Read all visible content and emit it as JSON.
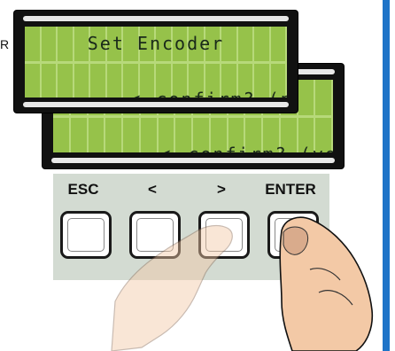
{
  "stray_text": "R",
  "display_back": {
    "line1": "",
    "line2_left": "<",
    "line2_text": "confirm? (yes)",
    "line2_right": ">"
  },
  "display_front": {
    "line1": "Set Encoder",
    "line2_left": "<",
    "line2_text": "confirm? (no)",
    "line2_right": ">"
  },
  "keypad": {
    "esc_label": "ESC",
    "left_label": "<",
    "right_label": ">",
    "enter_label": "ENTER"
  },
  "colors": {
    "lcd_green": "#a9cf63",
    "lcd_frame": "#111111",
    "keypad_bg": "#d3dbd2",
    "accent_bar": "#1f74c8"
  },
  "icons": [
    "hand-pointer-icon",
    "hand-press-icon"
  ]
}
